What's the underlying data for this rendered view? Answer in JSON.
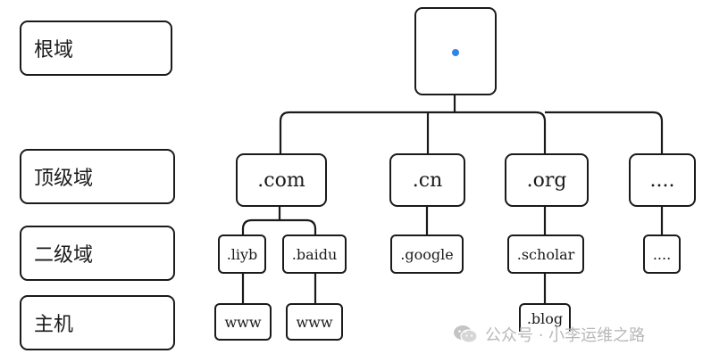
{
  "levels": {
    "root": "根域",
    "tld": "顶级域",
    "sld": "二级域",
    "host": "主机"
  },
  "nodes": {
    "root": ".",
    "com": ".com",
    "cn": ".cn",
    "org": ".org",
    "more_tld": "....",
    "liyb": ".liyb",
    "baidu": ".baidu",
    "google": ".google",
    "scholar": ".scholar",
    "more_sld": "....",
    "www1": "www",
    "www2": "www",
    "blog": ".blog"
  },
  "watermark": {
    "text": "公众号 · 小李运维之路"
  },
  "colors": {
    "stroke": "#1a1a1a",
    "root_dot": "#2f86e6",
    "watermark": "#b8b8b8"
  }
}
